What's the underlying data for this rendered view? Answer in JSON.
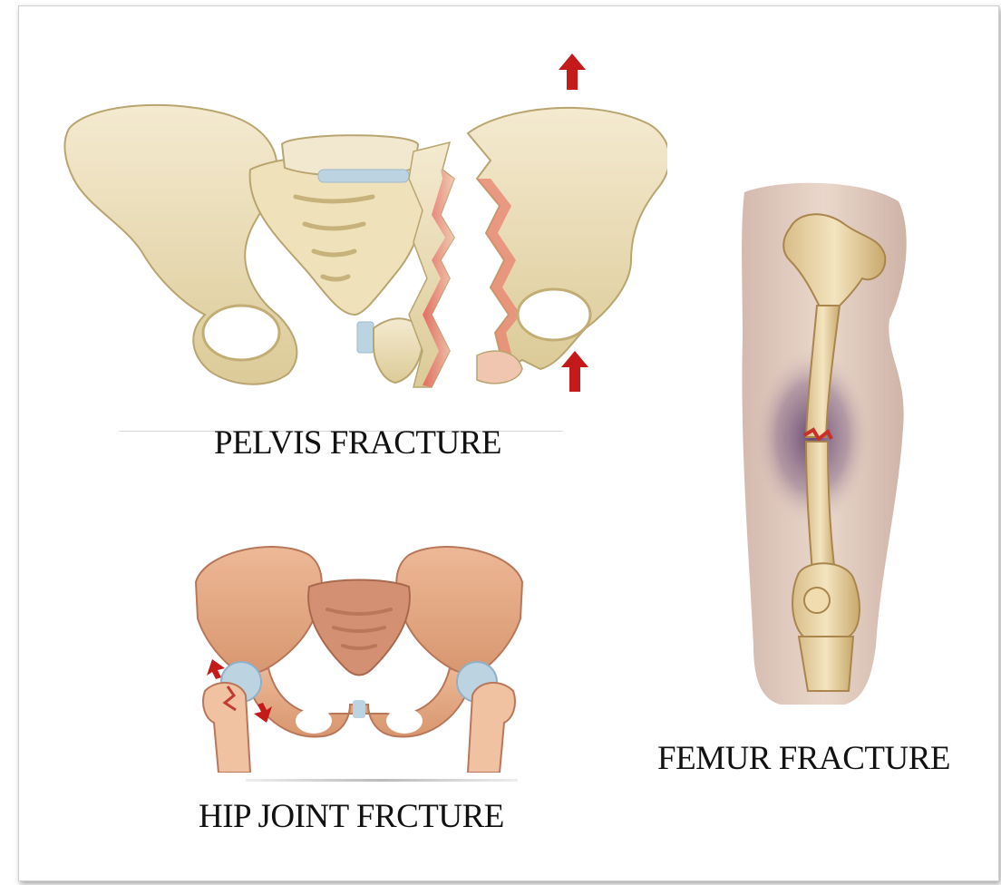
{
  "captions": {
    "pelvis": "PELVIS FRACTURE",
    "hip": "HIP JOINT FRCTURE",
    "femur": "FEMUR FRACTURE"
  },
  "colors": {
    "bone_pale": "#ecdfb8",
    "bone_shadow": "#c9b57d",
    "bone_tan": "#e8b08c",
    "bone_tan_dark": "#b8775a",
    "cartilage": "#bcd3e2",
    "fracture_red": "#d8504a",
    "arrow_red": "#c41a1a",
    "skin": "#e6cfc2",
    "bruise": "#5a3a6b"
  }
}
